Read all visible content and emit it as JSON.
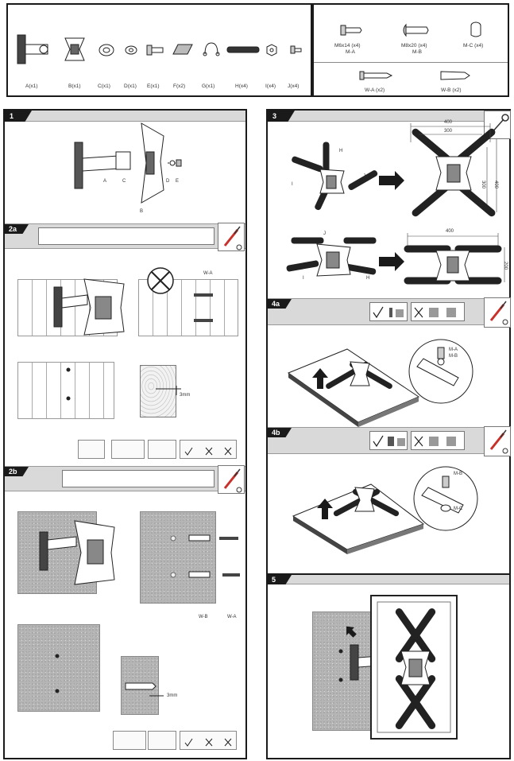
{
  "parts": [
    {
      "label": "A(x1)",
      "icon": "wall-plate-arm-icon"
    },
    {
      "label": "B(x1)",
      "icon": "vesa-plate-icon"
    },
    {
      "label": "C(x1)",
      "icon": "ring-washer-icon"
    },
    {
      "label": "D(x1)",
      "icon": "washer-icon"
    },
    {
      "label": "E(x1)",
      "icon": "bolt-icon"
    },
    {
      "label": "F(x2)",
      "icon": "cable-clip-icon"
    },
    {
      "label": "G(x1)",
      "icon": "clamp-icon"
    },
    {
      "label": "H(x4)",
      "icon": "extension-arm-icon"
    },
    {
      "label": "I(x4)",
      "icon": "nut-icon"
    },
    {
      "label": "J(x4)",
      "icon": "small-screw-icon"
    }
  ],
  "hardware": [
    {
      "label": "M6x14 (x4)",
      "sub": "M-A",
      "icon": "screw-m6-icon"
    },
    {
      "label": "M8x20 (x4)",
      "sub": "M-B",
      "icon": "screw-m8-icon"
    },
    {
      "label": "M-C (x4)",
      "sub": "",
      "icon": "spacer-icon"
    },
    {
      "label": "W-A (x2)",
      "sub": "",
      "icon": "lag-screw-icon"
    },
    {
      "label": "W-B (x2)",
      "sub": "",
      "icon": "anchor-icon"
    }
  ],
  "steps": {
    "s1": {
      "num": "1",
      "labels": {
        "a": "A",
        "b": "B",
        "c": "C",
        "d": "D",
        "e": "E"
      }
    },
    "s2a": {
      "num": "2a",
      "wa": "W-A",
      "dim": "3mm"
    },
    "s2b": {
      "num": "2b",
      "wa": "W-A",
      "wb": "W-B",
      "dim": "3mm"
    },
    "s3": {
      "num": "3",
      "dims": {
        "w400": "400",
        "w300": "300",
        "h400": "400",
        "h300": "300",
        "w400b": "400",
        "h200": "200"
      },
      "labels": {
        "h": "H",
        "i": "I",
        "j": "J"
      }
    },
    "s4a": {
      "num": "4a",
      "ma": "M-A",
      "mb": "M-B"
    },
    "s4b": {
      "num": "4b",
      "mb": "M-B",
      "mc": "M-C"
    },
    "s5": {
      "num": "5"
    }
  },
  "colors": {
    "frame": "#1a1a1a",
    "band": "#d9d9d9",
    "accent_red": "#c8302a"
  }
}
